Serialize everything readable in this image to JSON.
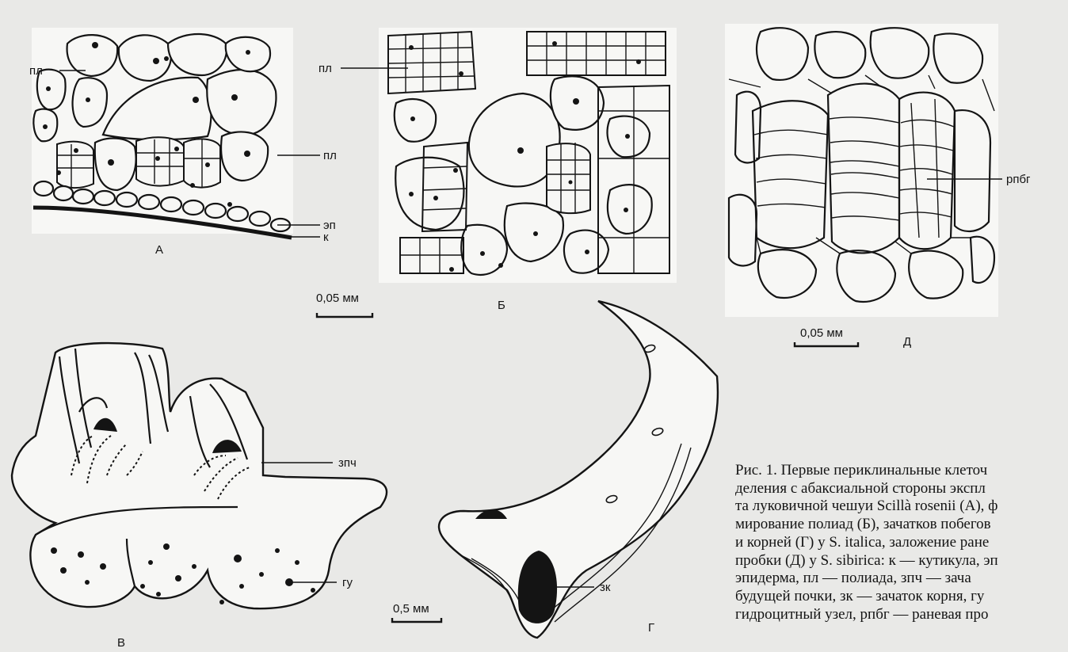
{
  "panels": {
    "a": {
      "letter": "А",
      "labels": [
        "пл",
        "пл",
        "эп",
        "к"
      ]
    },
    "b": {
      "letter": "Б",
      "labels": [
        "пл"
      ]
    },
    "d": {
      "letter": "Д",
      "labels": [
        "рпбг"
      ]
    },
    "v": {
      "letter": "В",
      "labels": [
        "зпч",
        "гу"
      ]
    },
    "g": {
      "letter": "Г",
      "labels": [
        "зк"
      ]
    }
  },
  "scale_bars": [
    "0,05 мм",
    "0,05 мм",
    "0,5 мм"
  ],
  "caption_lines": [
    "Рис. 1. Первые периклинальные клеточ",
    "деления с абаксиальной стороны экспл",
    "та луковичной чешуи Scillà rosenii (А), ф",
    "мирование полиад (Б), зачатков побегов",
    "и корней (Г) у S. italica, заложение ране",
    "пробки (Д) у S. sibirica: к — кутикула, эп",
    "эпидерма, пл — полиада, зпч — зача",
    "будущей почки, зк — зачаток корня, гу",
    "гидроцитный узел, рпбг — раневая про"
  ],
  "colors": {
    "ink": "#141414",
    "paper": "#e9e9e7",
    "cell": "#f7f7f5"
  }
}
